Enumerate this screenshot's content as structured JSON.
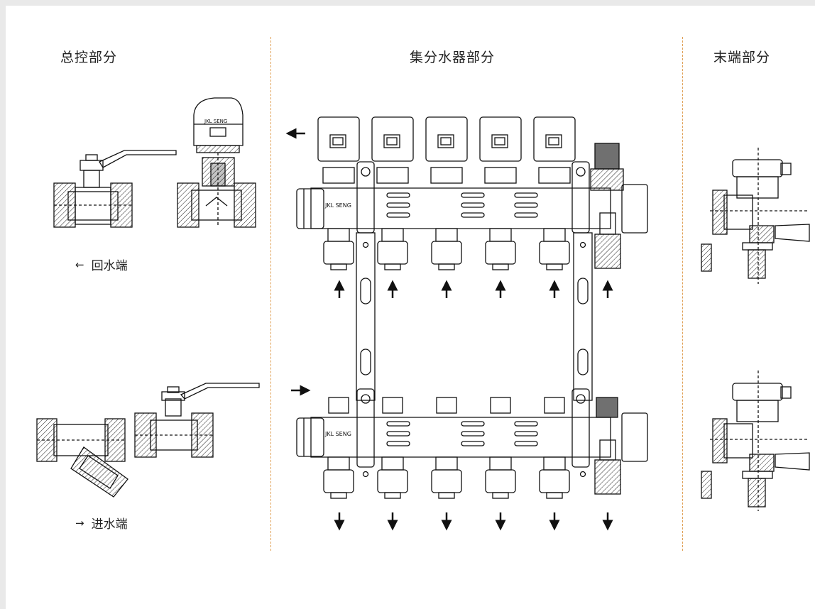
{
  "sections": {
    "left": {
      "title": "总控部分"
    },
    "center": {
      "title": "集分水器部分"
    },
    "right": {
      "title": "末端部分"
    }
  },
  "legend": {
    "return": {
      "arrow": "←",
      "label": "回水端"
    },
    "supply": {
      "arrow": "→",
      "label": "进水端"
    }
  },
  "brand_mark": "JKL SENG",
  "colors": {
    "divider": "#e0a055",
    "line": "#111111",
    "card": "#ffffff",
    "background": "#e9e9e9"
  }
}
